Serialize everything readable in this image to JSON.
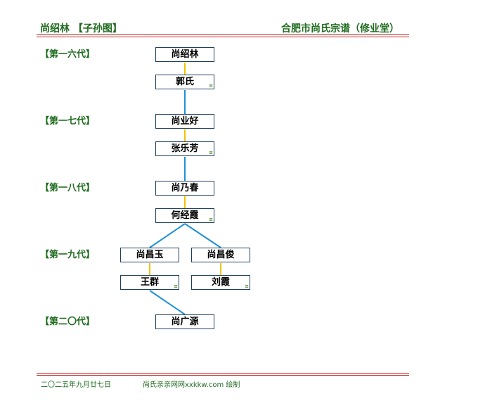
{
  "header": {
    "left": "尚绍林 【子孙图】",
    "right": "合肥市尚氏宗谱（修业堂）"
  },
  "generations": [
    "【第一六代】",
    "【第一七代】",
    "【第一八代】",
    "【第一九代】",
    "【第二〇代】"
  ],
  "persons": {
    "p1": "尚绍林",
    "p2": "郭氏",
    "p3": "尚业好",
    "p4": "张乐芳",
    "p5": "尚乃春",
    "p6": "何经霞",
    "p7": "尚昌玉",
    "p8": "尚昌俊",
    "p9": "王群",
    "p10": "刘霞",
    "p11": "尚广源"
  },
  "spouse_mark": "≡",
  "colors": {
    "spouse_line": "#f2c200",
    "descent_line": "#1e8fd6",
    "accent": "#1f6b1f",
    "rule": "#c62828"
  },
  "footer": {
    "date": "二〇二五年九月廿七日",
    "source": "尚氏亲亲网网xxkkw.com 绘制"
  }
}
